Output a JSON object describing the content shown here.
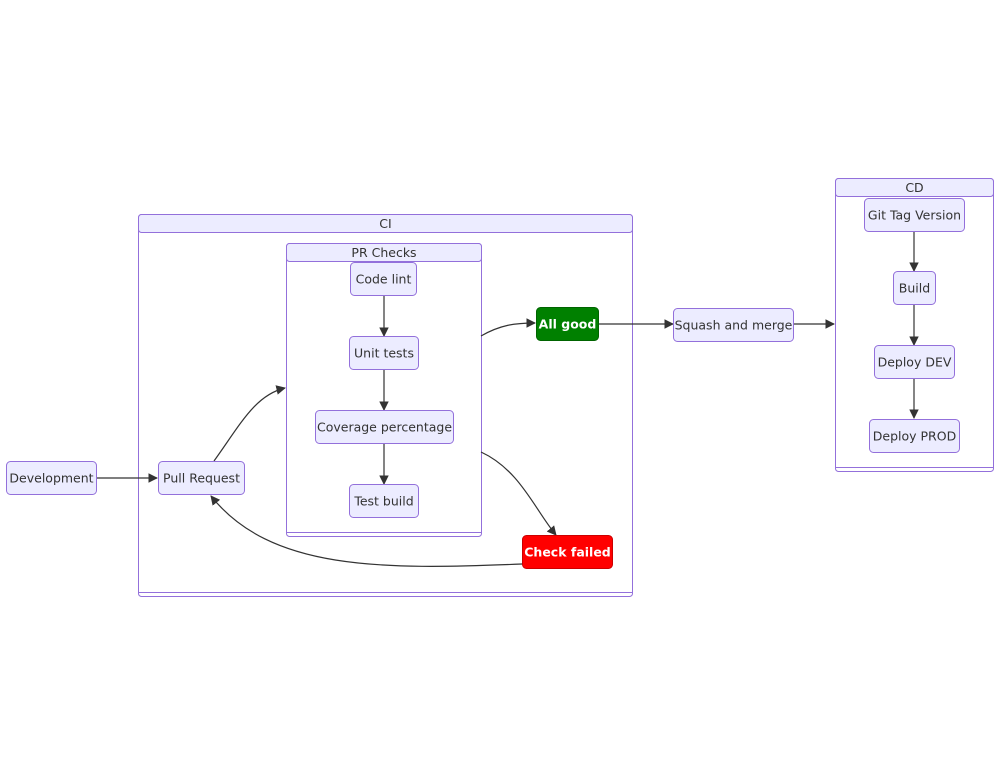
{
  "colors": {
    "cluster_border": "#9370db",
    "cluster_header": "#ececff",
    "node_fill": "#ececff",
    "edge": "#333333",
    "success": "#008000",
    "failure": "#ff0000"
  },
  "clusters": {
    "ci": "CI",
    "pr_checks": "PR Checks",
    "cd": "CD"
  },
  "nodes": {
    "development": "Development",
    "pull_request": "Pull Request",
    "code_lint": "Code lint",
    "unit_tests": "Unit tests",
    "coverage": "Coverage percentage",
    "test_build": "Test build",
    "all_good": "All good",
    "check_failed": "Check failed",
    "squash_merge": "Squash and merge",
    "git_tag": "Git Tag Version",
    "build": "Build",
    "deploy_dev": "Deploy DEV",
    "deploy_prod": "Deploy PROD"
  },
  "edges": [
    {
      "from": "Development",
      "to": "Pull Request"
    },
    {
      "from": "Pull Request",
      "to": "PR Checks"
    },
    {
      "from": "Code lint",
      "to": "Unit tests"
    },
    {
      "from": "Unit tests",
      "to": "Coverage percentage"
    },
    {
      "from": "Coverage percentage",
      "to": "Test build"
    },
    {
      "from": "PR Checks",
      "to": "All good"
    },
    {
      "from": "PR Checks",
      "to": "Check failed"
    },
    {
      "from": "Check failed",
      "to": "Pull Request"
    },
    {
      "from": "All good",
      "to": "Squash and merge"
    },
    {
      "from": "Squash and merge",
      "to": "CD"
    },
    {
      "from": "Git Tag Version",
      "to": "Build"
    },
    {
      "from": "Build",
      "to": "Deploy DEV"
    },
    {
      "from": "Deploy DEV",
      "to": "Deploy PROD"
    }
  ]
}
